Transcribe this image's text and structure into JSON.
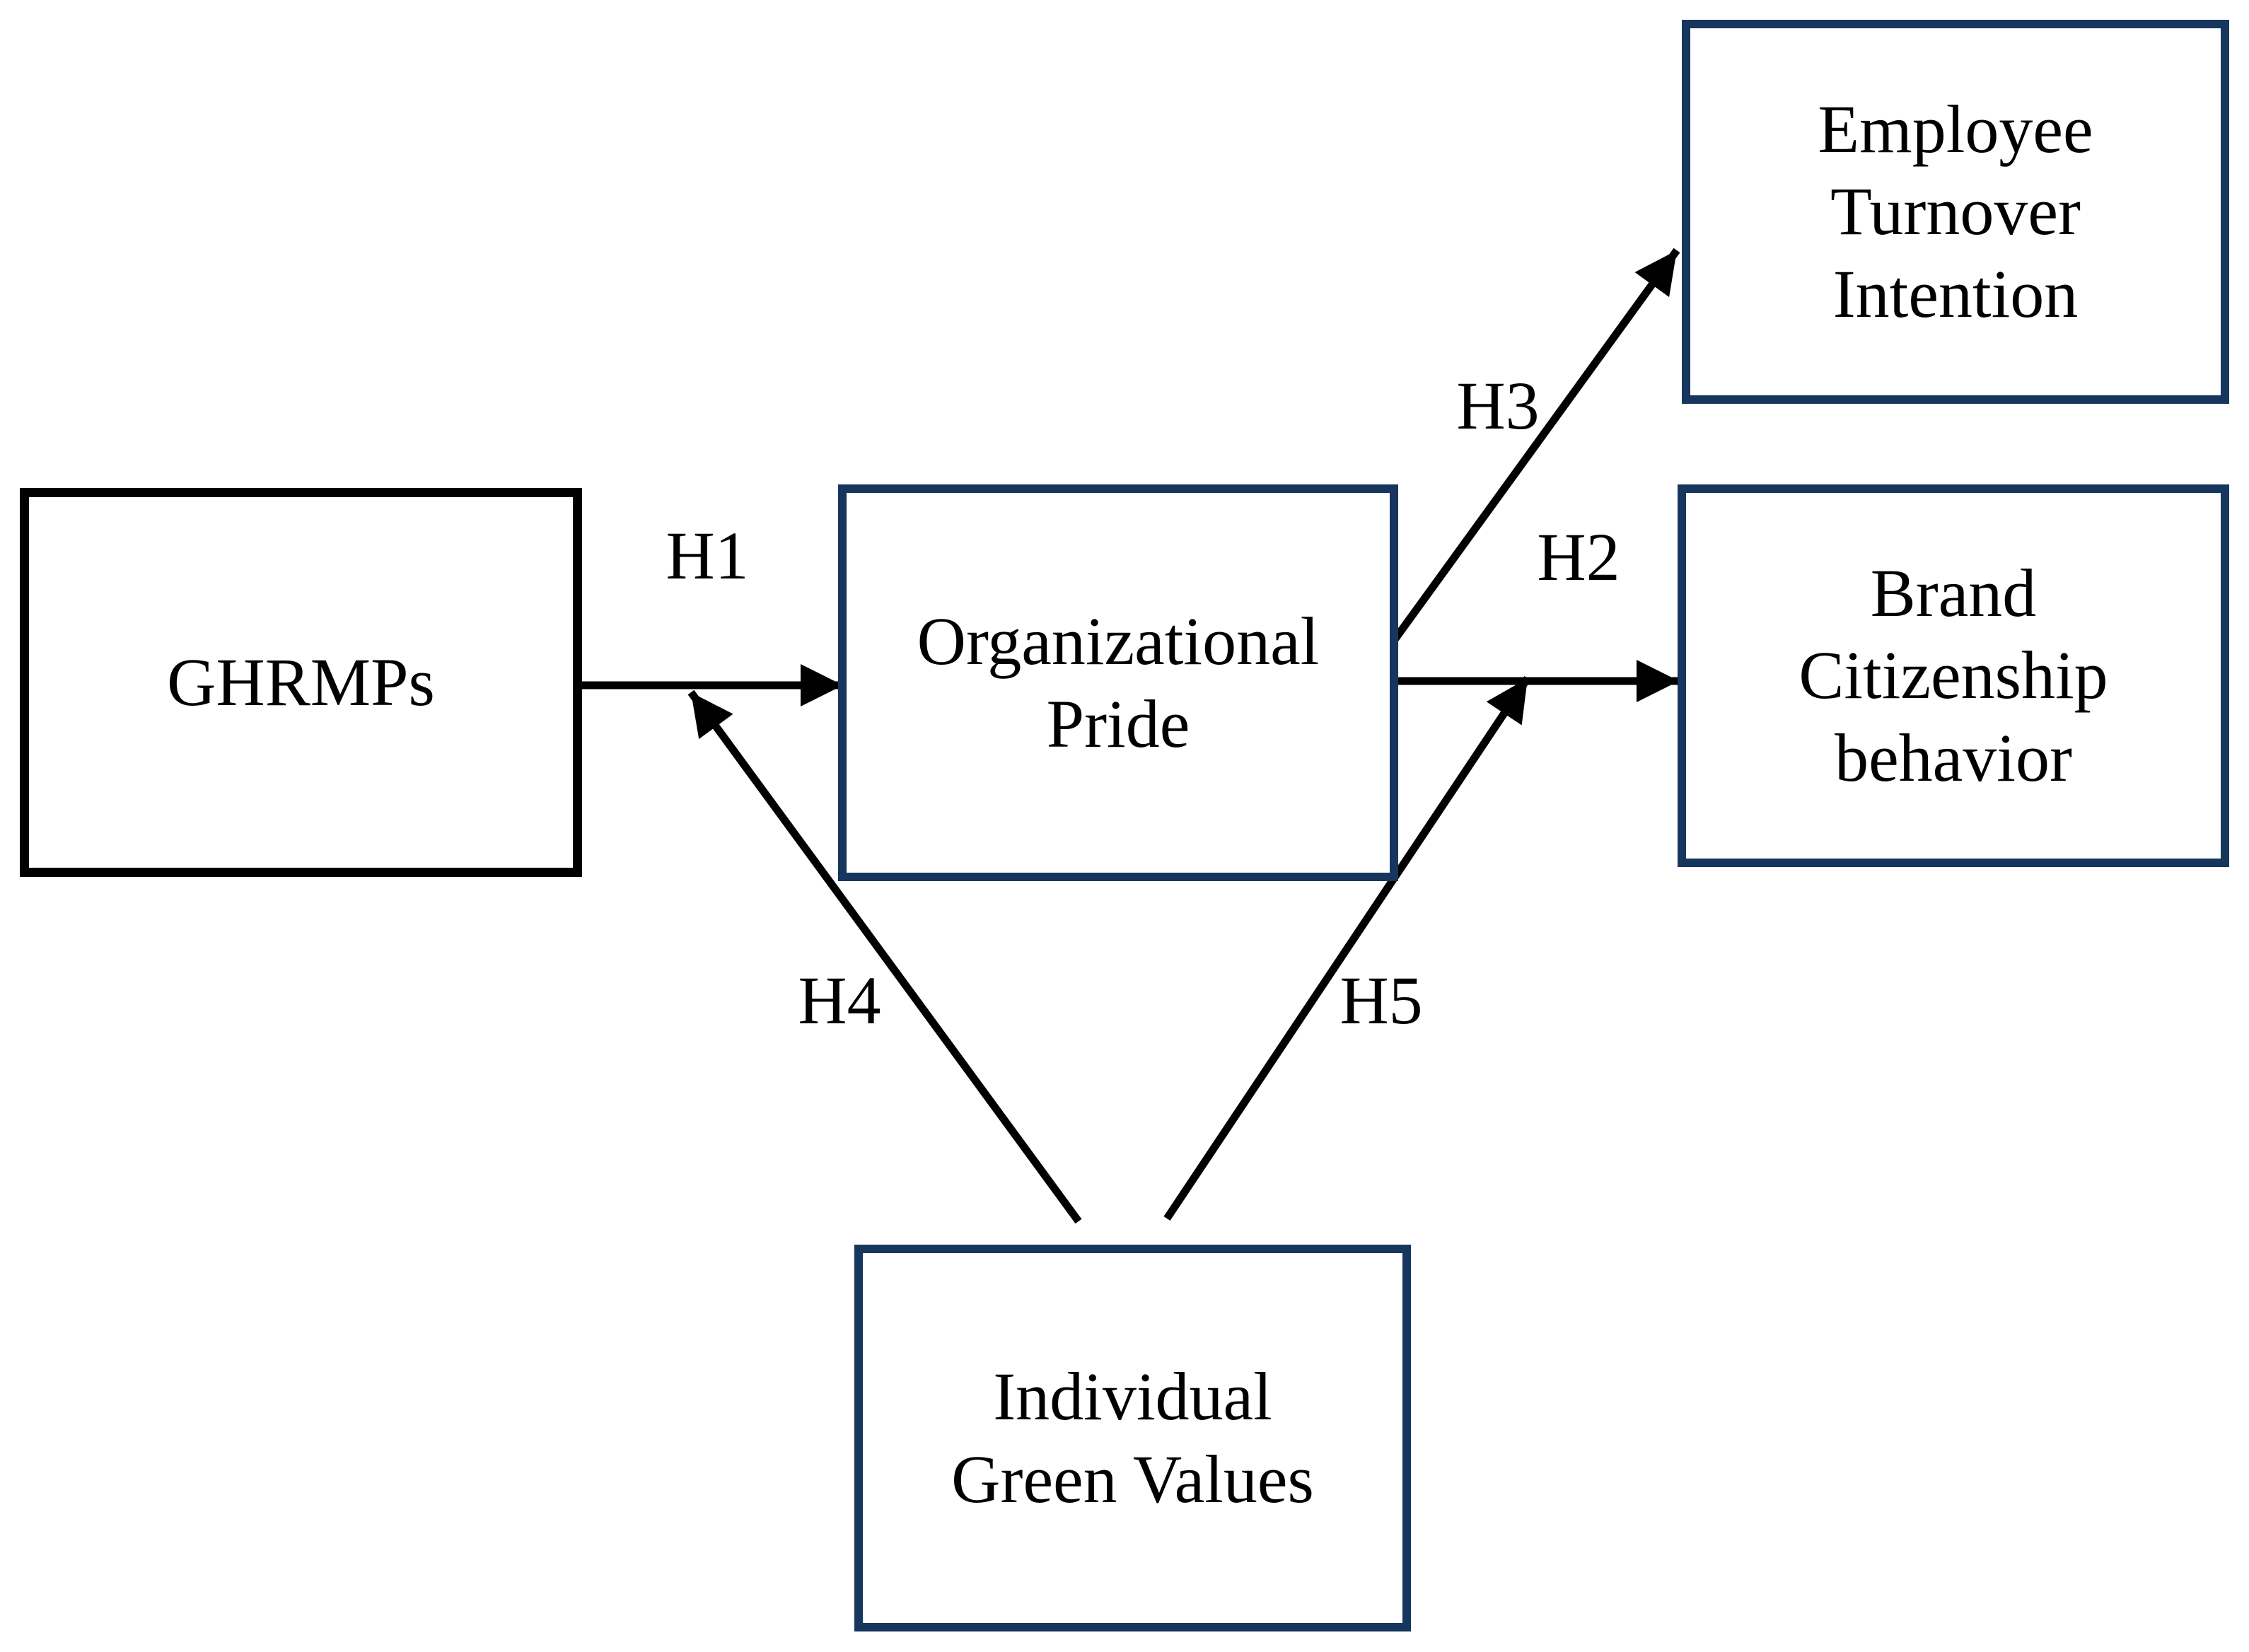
{
  "figure": {
    "kind": "conceptual-model-diagram"
  },
  "colors": {
    "background": "#ffffff",
    "box_border_navy": "#17365d",
    "box_border_black": "#000000",
    "arrow": "#000000",
    "text": "#000000"
  },
  "nodes": {
    "ghrmps": {
      "label": "GHRMPs"
    },
    "organizational_pride": {
      "line1": "Organizational",
      "line2": "Pride"
    },
    "employee_turnover_intention": {
      "line1": "Employee",
      "line2": "Turnover",
      "line3": "Intention"
    },
    "brand_citizenship_behavior": {
      "line1": "Brand",
      "line2": "Citizenship",
      "line3": "behavior"
    },
    "individual_green_values": {
      "line1": "Individual",
      "line2": "Green Values"
    }
  },
  "hypotheses": {
    "h1": "H1",
    "h2": "H2",
    "h3": "H3",
    "h4": "H4",
    "h5": "H5"
  }
}
